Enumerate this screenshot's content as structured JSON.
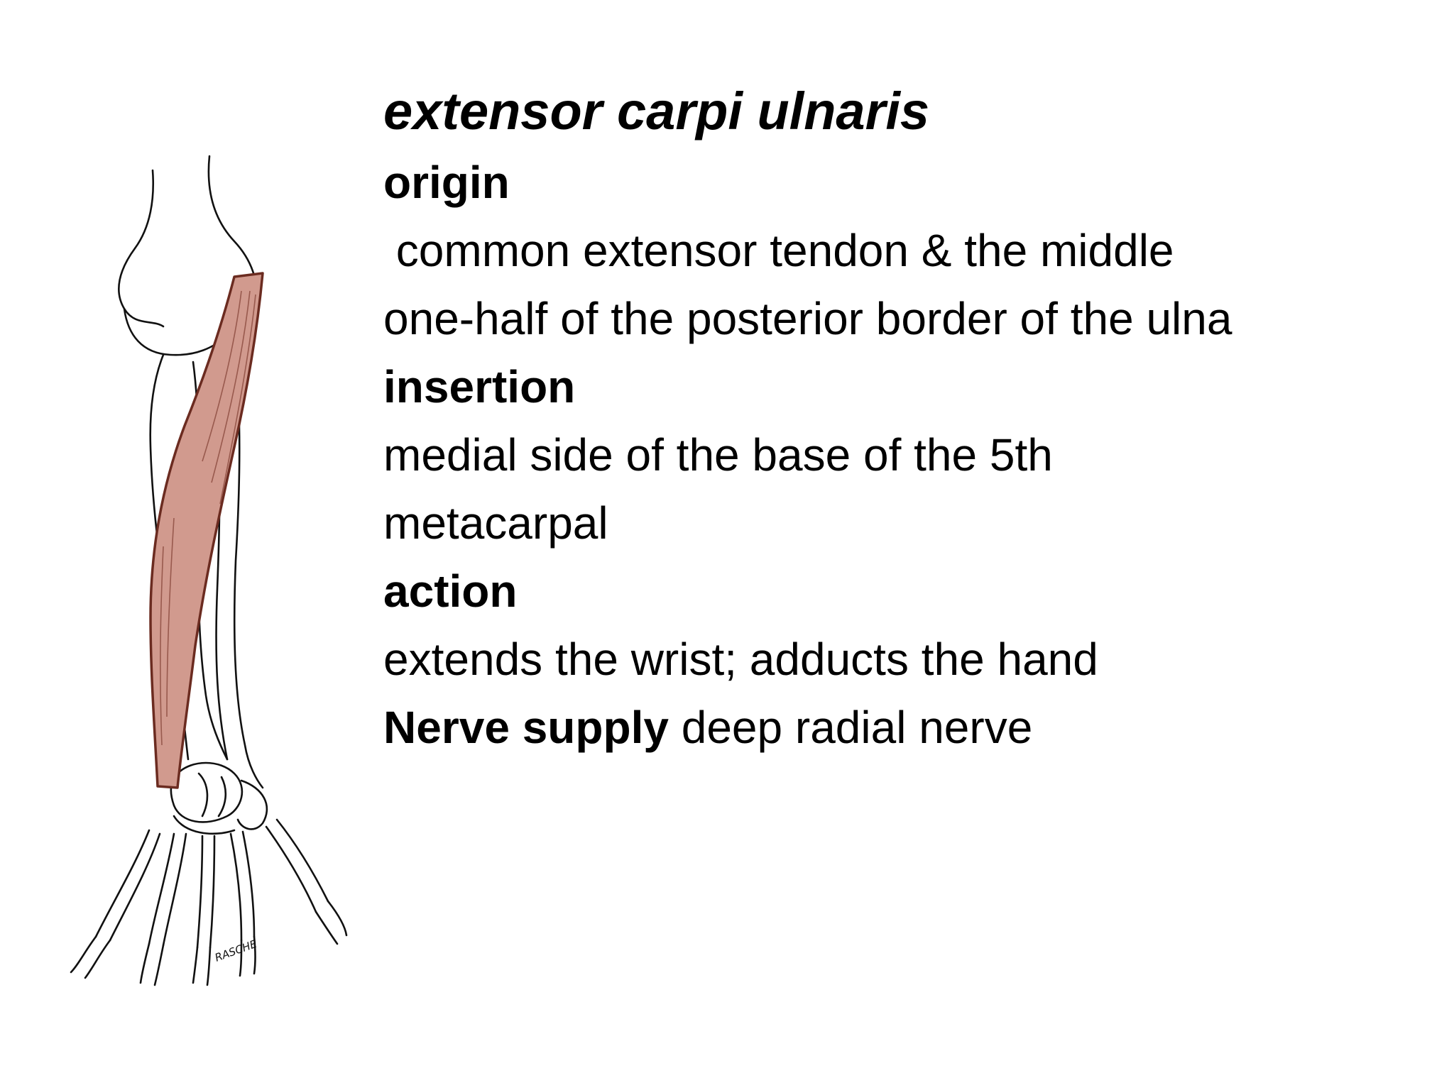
{
  "slide": {
    "title": "extensor carpi ulnaris",
    "origin_heading": "origin",
    "origin_line1": " common extensor tendon & the middle",
    "origin_line2": "one-half of the posterior border of the ulna",
    "insertion_heading": "insertion",
    "insertion_line1": "medial side of the base of the 5th",
    "insertion_line2": "metacarpal",
    "action_heading": "action",
    "action_text": "extends the wrist; adducts the hand",
    "nerve_label": "Nerve supply",
    "nerve_text": " deep radial nerve"
  },
  "illustration": {
    "muscle_color": "#d19a8e",
    "muscle_outline": "#6b2b20",
    "signature": "RASCHE"
  }
}
